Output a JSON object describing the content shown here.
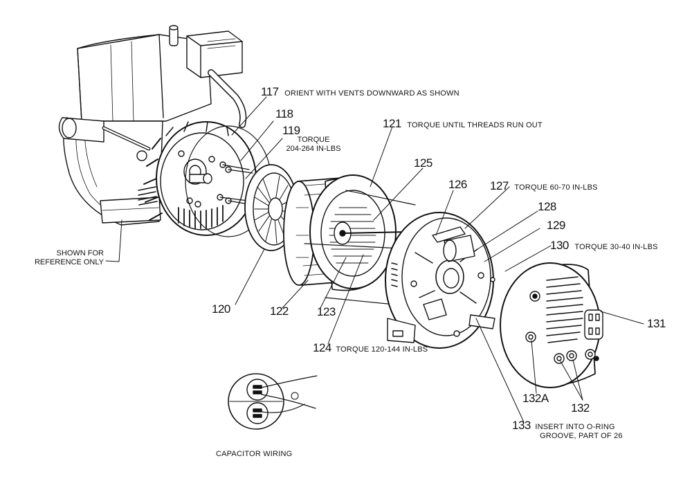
{
  "callouts": {
    "c117": {
      "num": "117",
      "note": "ORIENT WITH VENTS DOWNWARD AS SHOWN"
    },
    "c118": {
      "num": "118"
    },
    "c119": {
      "num": "119",
      "note_lines": [
        "TORQUE",
        "204-264 IN-LBS"
      ]
    },
    "c120": {
      "num": "120"
    },
    "c121": {
      "num": "121",
      "note": "TORQUE UNTIL THREADS RUN OUT"
    },
    "c122": {
      "num": "122"
    },
    "c123": {
      "num": "123"
    },
    "c124": {
      "num": "124",
      "note": "TORQUE 120-144 IN-LBS"
    },
    "c125": {
      "num": "125"
    },
    "c126": {
      "num": "126"
    },
    "c127": {
      "num": "127",
      "note": "TORQUE 60-70 IN-LBS"
    },
    "c128": {
      "num": "128"
    },
    "c129": {
      "num": "129"
    },
    "c130": {
      "num": "130",
      "note": "TORQUE 30-40 IN-LBS"
    },
    "c131": {
      "num": "131"
    },
    "c132": {
      "num": "132"
    },
    "c132a": {
      "num": "132A"
    },
    "c133": {
      "num": "133",
      "note": "INSERT INTO O-RING",
      "note2": "GROOVE, PART OF 26"
    }
  },
  "reference_note": [
    "SHOWN FOR",
    "REFERENCE ONLY"
  ],
  "capacitor_caption": "CAPACITOR WIRING"
}
